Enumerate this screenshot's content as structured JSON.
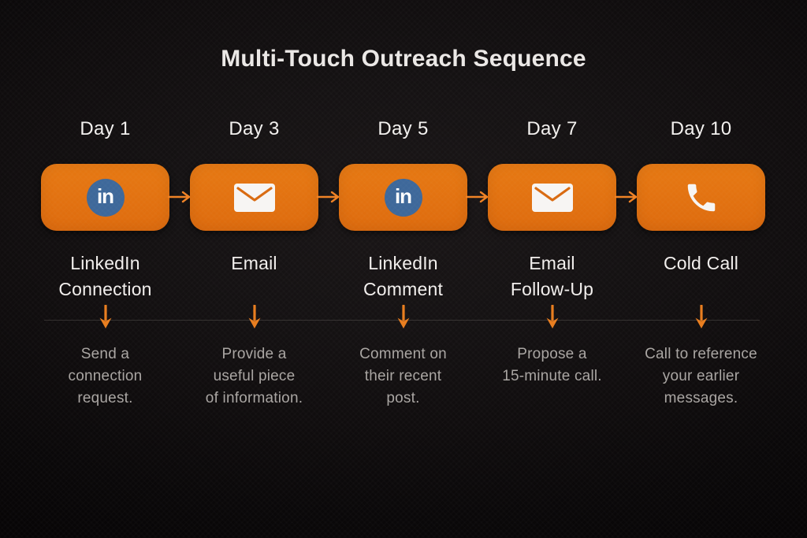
{
  "title": "Multi-Touch Outreach Sequence",
  "colors": {
    "background": "#0d0b0c",
    "accent_orange": "#E2700F",
    "arrow_orange": "#EF8224",
    "linkedin_blue": "#3E689A",
    "title_text": "#EBE8E6",
    "label_text": "#F2EFED",
    "description_text": "#A9A5A2"
  },
  "linkedin_glyph": "in",
  "steps": [
    {
      "day": "Day 1",
      "icon": "linkedin-icon",
      "label": "LinkedIn\nConnection",
      "description": "Send a\nconnection\nrequest."
    },
    {
      "day": "Day 3",
      "icon": "email-icon",
      "label": "Email",
      "description": "Provide a\nuseful piece\nof information."
    },
    {
      "day": "Day 5",
      "icon": "linkedin-icon",
      "label": "LinkedIn\nComment",
      "description": "Comment on\ntheir recent\npost."
    },
    {
      "day": "Day 7",
      "icon": "email-icon",
      "label": "Email\nFollow-Up",
      "description": "Propose a\n15-minute call."
    },
    {
      "day": "Day 10",
      "icon": "phone-icon",
      "label": "Cold Call",
      "description": "Call to reference\nyour earlier\nmessages."
    }
  ]
}
